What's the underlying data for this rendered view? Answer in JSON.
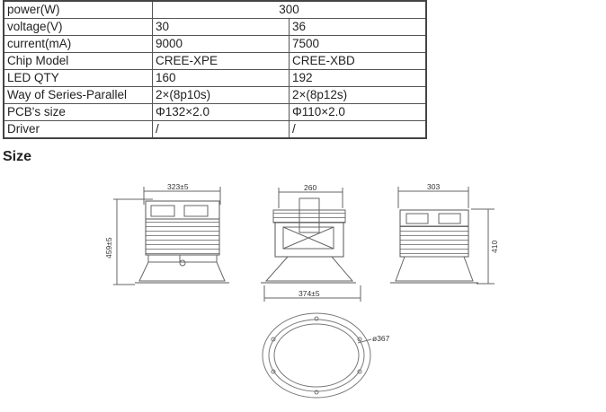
{
  "spec_table": {
    "rows": [
      {
        "label": "power(W)",
        "merged": "300"
      },
      {
        "label": "voltage(V)",
        "a": "30",
        "b": "36"
      },
      {
        "label": "current(mA)",
        "a": "9000",
        "b": "7500"
      },
      {
        "label": "Chip Model",
        "a": "CREE-XPE",
        "b": "CREE-XBD"
      },
      {
        "label": "LED QTY",
        "a": "160",
        "b": "192"
      },
      {
        "label": "Way of Series-Parallel",
        "a": "2×(8p10s)",
        "b": "2×(8p12s)"
      },
      {
        "label": "PCB's size",
        "a": "Φ132×2.0",
        "b": "Φ110×2.0"
      },
      {
        "label": "Driver",
        "a": "/",
        "b": "/"
      }
    ]
  },
  "size_section": {
    "heading": "Size",
    "dimensions": {
      "front_width": "323±5",
      "front_height": "459±5",
      "side_top_width": "260",
      "side_base_width": "374±5",
      "back_width": "303",
      "back_height": "410",
      "bottom_diameter": "ø367"
    }
  }
}
